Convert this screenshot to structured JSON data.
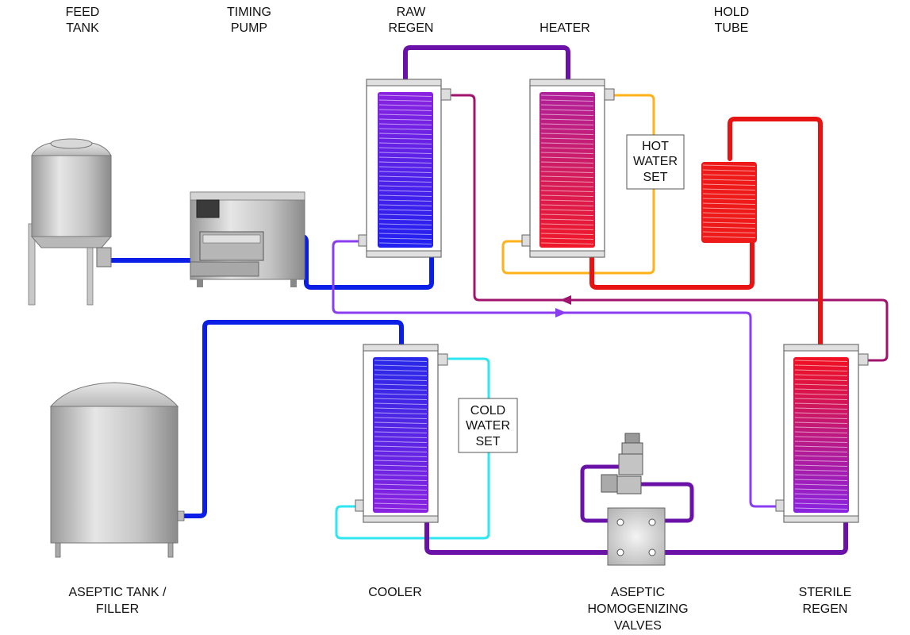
{
  "labels": {
    "feed_tank": [
      "FEED",
      "TANK"
    ],
    "timing_pump": [
      "TIMING",
      "PUMP"
    ],
    "raw_regen": [
      "RAW",
      "REGEN"
    ],
    "heater": [
      "HEATER"
    ],
    "hold_tube": [
      "HOLD",
      "TUBE"
    ],
    "aseptic_tank": [
      "ASEPTIC TANK /",
      "FILLER"
    ],
    "cooler": [
      "COOLER"
    ],
    "homogenizing": [
      "ASEPTIC",
      "HOMOGENIZING",
      "VALVES"
    ],
    "sterile_regen": [
      "STERILE",
      "REGEN"
    ]
  },
  "boxes": {
    "hot_water": [
      "HOT",
      "WATER",
      "SET"
    ],
    "cold_water": [
      "COLD",
      "WATER",
      "SET"
    ]
  },
  "colors": {
    "blue": "#0a1ee6",
    "violet": "#8a3cf0",
    "purple": "#6a12a8",
    "magenta": "#a0146e",
    "red": "#e81414",
    "orange": "#ffb21a",
    "cyan": "#2ee6f0",
    "steel": "#c8c8c8"
  }
}
